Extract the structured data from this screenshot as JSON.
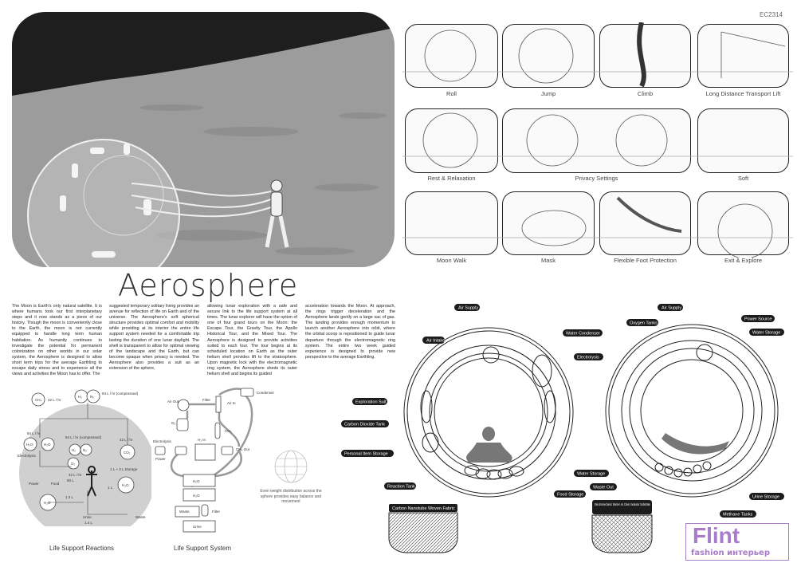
{
  "code": "EC2314",
  "title": "Aerosphere",
  "body_columns": [
    "The Moon is Earth's only natural satellite. It is where humans took our first interplanetary steps and it now stands as a piece of our history. Though the moon is conveniently close to the Earth, the moon is not currently equipped to handle long term human habitation. As humanity continues to investigate the potential for permanent colonization on other worlds in our solar system, the Aerosphere is designed to allow short term trips for the average Earthling to escape daily stress and to experience all the views and activities the Moon has to offer. The",
    "suggested temporary solitary living provides an avenue for reflection of life on Earth and of the universe. The Aerosphere's soft spherical structure provides optimal comfort and mobility while providing at its interior the entire life support system needed for a comfortable trip lasting the duration of one lunar daylight. The shell is transparent to allow for optimal viewing of the landscape and the Earth, but can become opaque when privacy is needed. The Aerosphere also provides a suit as an extension of the sphere,",
    "allowing lunar exploration with a safe and secure link to the life support system at all times. The lunar explorer will have the option of one of four grand tours on the Moon: the Escape Tour, the Gravity Tour, the Apollo Historical Tour, and the Mixed Tour. The Aerosphere is designed to provide activities suited to each tour. The tour begins at its scheduled location on Earth as the outer helium shell provides lift to the stratosphere. Upon magnetic lock with the electromagnetic ring system, the Aerosphere sheds its outer helium shell and begins its guided",
    "acceleration towards the Moon. At approach, the rings trigger deceleration and the Aerosphere lands gently on a large sac of gas. The landing provides enough momentum to launch another Aerosphere into orbit, where the orbital scoop is repositioned to guide lunar departure through the electromagnetic ring system. The entire two week guided experience is designed to provide new perspective to the average Earthling."
  ],
  "storyboard": [
    "Roll",
    "Jump",
    "Climb",
    "Long Distance Transport Lift",
    "Rest & Relaxation",
    "Privacy Settings",
    "Soft",
    "Moon Walk",
    "Mask",
    "Flexible Foot Protection",
    "Exit & Explore"
  ],
  "reactions": {
    "caption": "Life Support Reactions",
    "labels": [
      "CH₄",
      "42 L / hr",
      "H₂",
      "N₂",
      "84 L / hr (compressed)",
      "84 L / hr",
      "H₂O",
      "H₂O",
      "84 L / hr (compressed)",
      "H₂",
      "N₂",
      "42 L / hr",
      "CO₂",
      "Electrolysis",
      "O₂",
      "42 L / hr",
      "1 L  +  3 L Storage",
      "H₂O",
      "Power",
      "Food",
      "60 L",
      "1 L",
      "H₂O",
      "1.3 L",
      "Urine",
      "1.4 L",
      "Waste"
    ]
  },
  "system": {
    "caption": "Life Support System",
    "labels": [
      "Condenser",
      "Air Out",
      "Filter",
      "Air In",
      "O₂",
      "CO₂",
      "H₂ In",
      "Electrolysis",
      "Power",
      "CH₄ Out",
      "H₂O",
      "H₂O",
      "Waste",
      "Filter",
      "Urine"
    ],
    "globe_note": "Even weight distribution across the sphere provides easy balance and movement"
  },
  "section1_labels": [
    "Air Supply",
    "Air Intake",
    "Exploration Suit",
    "Carbon Dioxide Tank",
    "Personal Item Storage",
    "Reaction Tank",
    "Carbon Nanotube Woven Fabric",
    "Food Storage",
    "Water Condenser"
  ],
  "section2_labels": [
    "Air Supply",
    "Oxygen Tanks",
    "Electrolysis",
    "Power Source",
    "Water Storage",
    "Water Storage",
    "Waste Out",
    "Urine Storage",
    "Electromechanic Barrier on Clear Insulator Substrate",
    "Methane Tanks"
  ],
  "watermark": {
    "brand": "Flint",
    "tagline": "fashion интерьер",
    "color": "#a87cc9"
  }
}
